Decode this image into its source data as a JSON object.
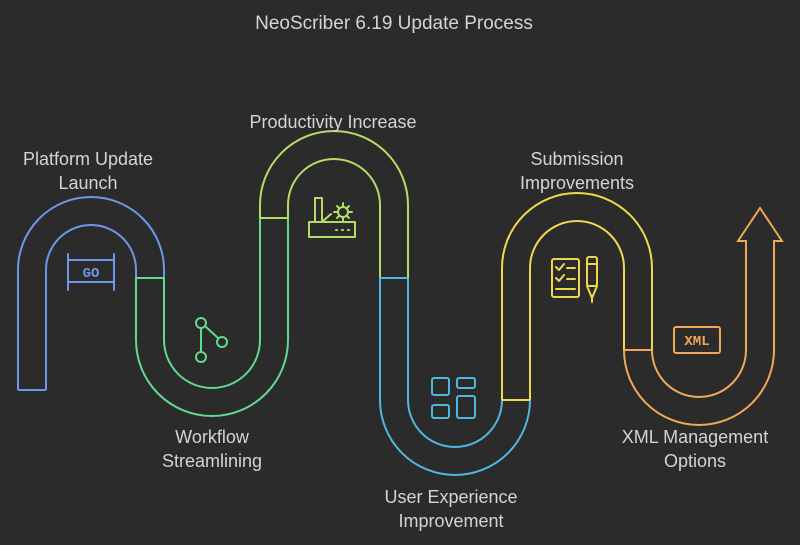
{
  "title": "NeoScriber 6.19 Update Process",
  "steps": [
    {
      "line1": "Platform Update",
      "line2": "Launch",
      "icon": "go-sign-icon",
      "icon_text": "GO",
      "color": "#6f97e8"
    },
    {
      "line1": "Workflow",
      "line2": "Streamlining",
      "icon": "branch-icon",
      "color": "#62d98e"
    },
    {
      "line1": "Productivity Increase",
      "line2": "",
      "icon": "factory-icon",
      "color": "#b5dd66"
    },
    {
      "line1": "User Experience",
      "line2": "Improvement",
      "icon": "layout-icon",
      "color": "#4fb7e0"
    },
    {
      "line1": "Submission",
      "line2": "Improvements",
      "icon": "checklist-pen-icon",
      "color": "#efd84e"
    },
    {
      "line1": "XML Management",
      "line2": "Options",
      "icon": "xml-icon",
      "icon_text": "XML",
      "color": "#efa85a"
    }
  ]
}
